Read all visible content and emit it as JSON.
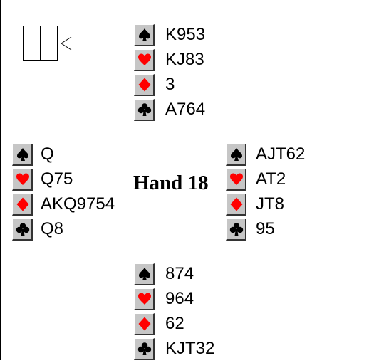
{
  "hand_title": "Hand 18",
  "colors": {
    "red_suit": "#ff0000",
    "black_suit": "#000000",
    "suit_bg": "#c6c6c6"
  },
  "hands": {
    "north": {
      "spades": "K953",
      "hearts": "KJ83",
      "diamonds": "3",
      "clubs": "A764"
    },
    "west": {
      "spades": "Q",
      "hearts": "Q75",
      "diamonds": "AKQ9754",
      "clubs": "Q8"
    },
    "east": {
      "spades": "AJT62",
      "hearts": "AT2",
      "diamonds": "JT8",
      "clubs": "95"
    },
    "south": {
      "spades": "874",
      "hearts": "964",
      "diamonds": "62",
      "clubs": "KJT32"
    }
  },
  "icons": [
    "spade-icon",
    "heart-icon",
    "diamond-icon",
    "club-icon",
    "dealer-indicator-icon"
  ]
}
